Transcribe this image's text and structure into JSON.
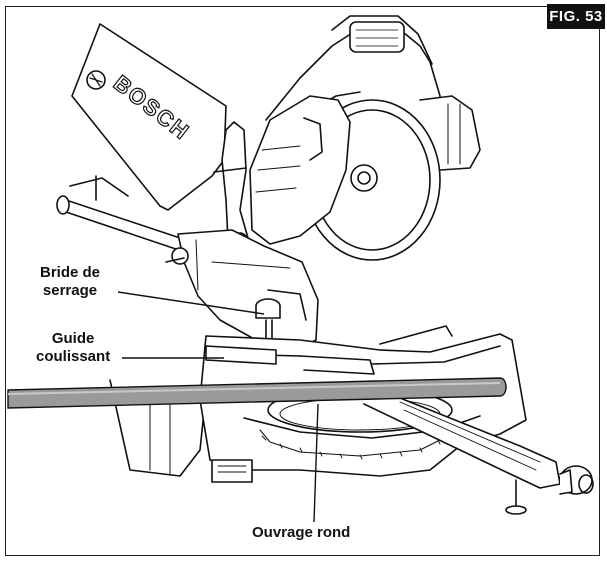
{
  "figure": {
    "badge": "FIG. 53",
    "brand": "BOSCH"
  },
  "callouts": {
    "clamp": {
      "line1": "Bride de",
      "line2": "serrage"
    },
    "fence": {
      "line1": "Guide",
      "line2": "coulissant"
    },
    "workpiece": "Ouvrage rond"
  },
  "colors": {
    "ink": "#111111",
    "workpiece": "#9a9a9a",
    "paper": "#ffffff"
  }
}
